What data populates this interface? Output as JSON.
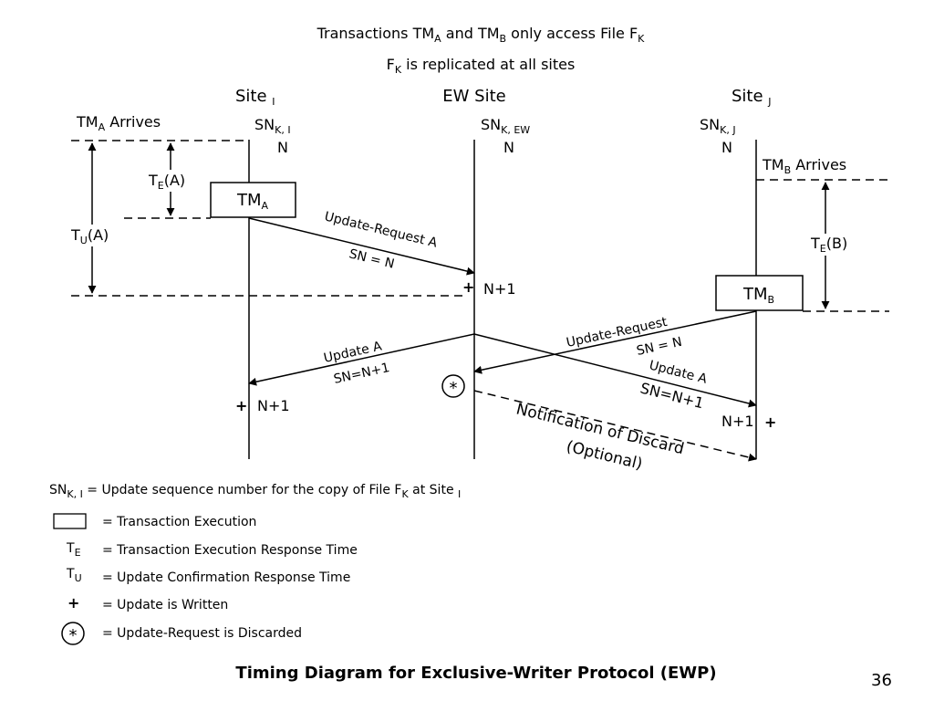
{
  "header": {
    "line1": {
      "a": "Transactions TM",
      "sub_a": "A",
      "b": " and TM",
      "sub_b": "B",
      "c": " only access File F",
      "sub_c": "K"
    },
    "line2": {
      "a": "F",
      "sub_a": "K",
      "b": " is replicated at all sites"
    }
  },
  "sites": {
    "site_i": {
      "name": "Site ",
      "sub": "I",
      "sn": "SN",
      "sn_sub": "K, I",
      "initial": "N"
    },
    "ew": {
      "name": "EW Site",
      "sn": "SN",
      "sn_sub": "K, EW",
      "initial": "N"
    },
    "site_j": {
      "name": "Site ",
      "sub": "J",
      "sn": "SN",
      "sn_sub": "K, J",
      "initial": "N"
    }
  },
  "timing": {
    "tma_arrives": {
      "a": "TM",
      "sub": "A",
      "b": " Arrives"
    },
    "tmb_arrives": {
      "a": "TM",
      "sub": "B",
      "b": " Arrives"
    },
    "te_a": {
      "a": "T",
      "sub": "E",
      "b": "(A)"
    },
    "tu_a": {
      "a": "T",
      "sub": "U",
      "b": "(A)"
    },
    "te_b": {
      "a": "T",
      "sub": "E",
      "b": "(B)"
    }
  },
  "boxes": {
    "tma": {
      "a": "TM",
      "sub": "A"
    },
    "tmb": {
      "a": "TM",
      "sub": "B"
    }
  },
  "messages": {
    "update_request_a": "Update-Request A",
    "sn_n_a": "SN = N",
    "update_request_b": "Update-Request",
    "sn_n_b": "SN = N",
    "update_a_left": "Update A",
    "sn_n1_left": "SN=N+1",
    "update_a_right": "Update A",
    "sn_n1_right": "SN=N+1",
    "notification_line1": "Notification of Discard",
    "notification_line2": "(Optional)"
  },
  "markers": {
    "plus": "+",
    "ew_value": "N+1",
    "site_i_value": "N+1",
    "site_j_value": "N+1",
    "discard_symbol": "*"
  },
  "legend": {
    "sn_def": {
      "a": "SN",
      "sub_a": "K, I",
      "b": " = Update  sequence number for the copy of File F",
      "sub_b": "K",
      "c": " at Site ",
      "sub_c": "I"
    },
    "box_def": "= Transaction Execution",
    "te_sym": {
      "a": "T",
      "sub": "E"
    },
    "te_def": "= Transaction Execution Response Time",
    "tu_sym": {
      "a": "T",
      "sub": "U"
    },
    "tu_def": "= Update Confirmation Response Time",
    "plus_sym": "+",
    "plus_def": "= Update is Written",
    "star_sym": "*",
    "star_def": "= Update-Request is Discarded"
  },
  "footer": {
    "title": "Timing Diagram for Exclusive-Writer Protocol (EWP)",
    "page_number": "36"
  }
}
